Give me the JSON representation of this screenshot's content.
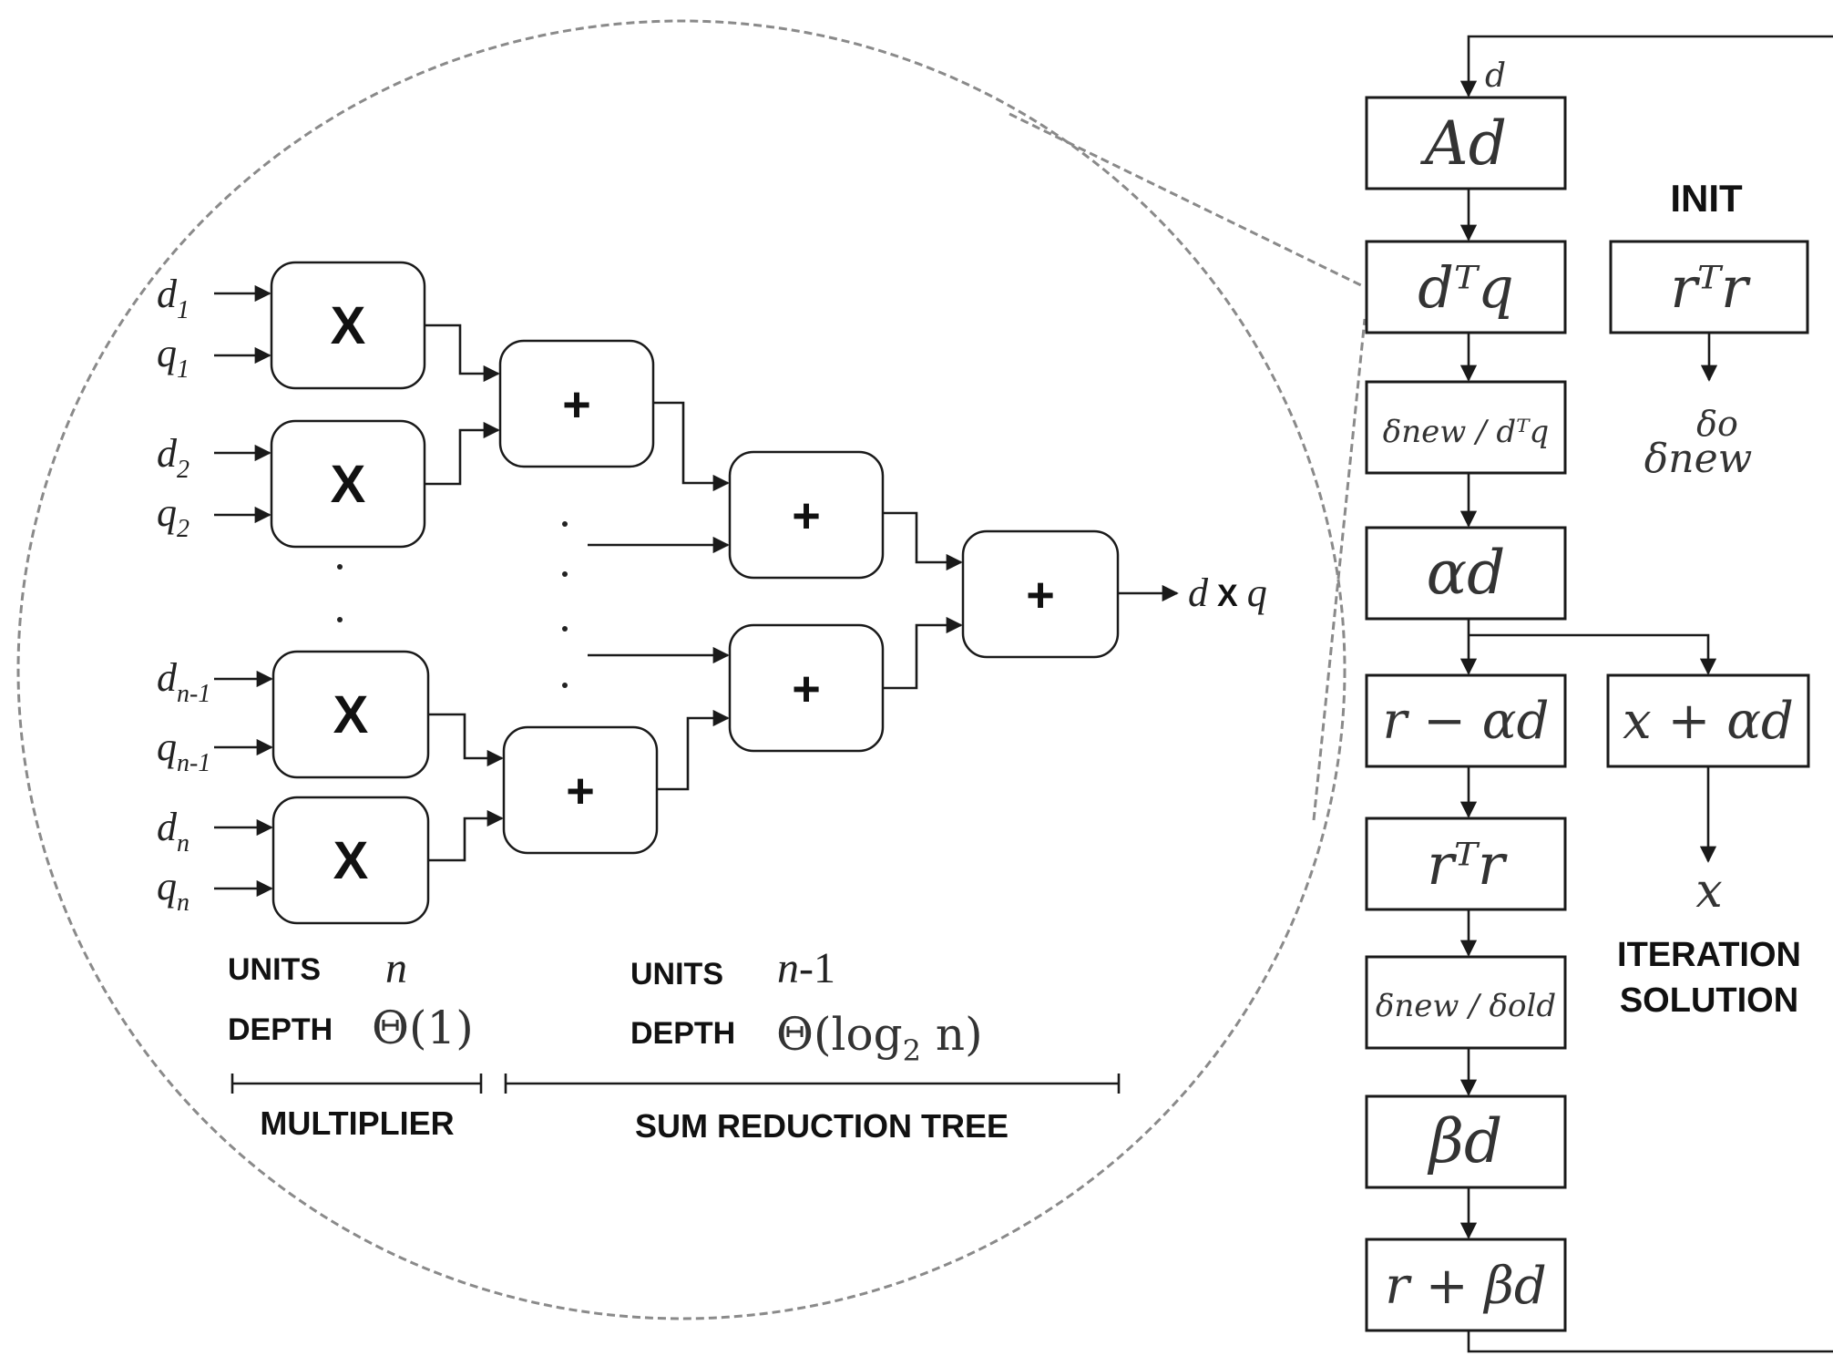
{
  "colors": {
    "ink": "#1a1a1a",
    "background": "#ffffff",
    "zoom_circle": "#8a8a8a"
  },
  "zoom": {
    "inputs": [
      {
        "var": "d",
        "sub": "1"
      },
      {
        "var": "q",
        "sub": "1"
      },
      {
        "var": "d",
        "sub": "2"
      },
      {
        "var": "q",
        "sub": "2"
      },
      {
        "var": "d",
        "sub": "n-1"
      },
      {
        "var": "q",
        "sub": "n-1"
      },
      {
        "var": "d",
        "sub": "n"
      },
      {
        "var": "q",
        "sub": "n"
      }
    ],
    "multiplier_symbol": "X",
    "adder_symbol": "+",
    "output": {
      "a": "d",
      "op": "X",
      "b": "q"
    },
    "multiplier_stats": {
      "units_label": "UNITS",
      "units_value": "n",
      "depth_label": "DEPTH",
      "depth_value": "Θ(1)"
    },
    "tree_stats": {
      "units_label": "UNITS",
      "units_var": "n",
      "units_rest": "-1",
      "depth_label": "DEPTH",
      "depth_prefix": "Θ(log",
      "depth_sub": "2",
      "depth_suffix": " n)"
    },
    "multiplier_label": "MULTIPLIER",
    "tree_label": "SUM REDUCTION TREE"
  },
  "flow": {
    "feedback_label": "d",
    "main_steps": [
      "Ad",
      "dᵀq",
      "δnew / dᵀq",
      "αd",
      "r − αd",
      "rᵀr",
      "δnew / δold",
      "βd",
      "r + βd"
    ],
    "init_title": "INIT",
    "init_box": "rᵀr",
    "init_outputs": [
      "δo",
      "δnew"
    ],
    "side_box": "x + αd",
    "solution_var": "x",
    "solution_caption": [
      "ITERATION",
      "SOLUTION"
    ]
  }
}
